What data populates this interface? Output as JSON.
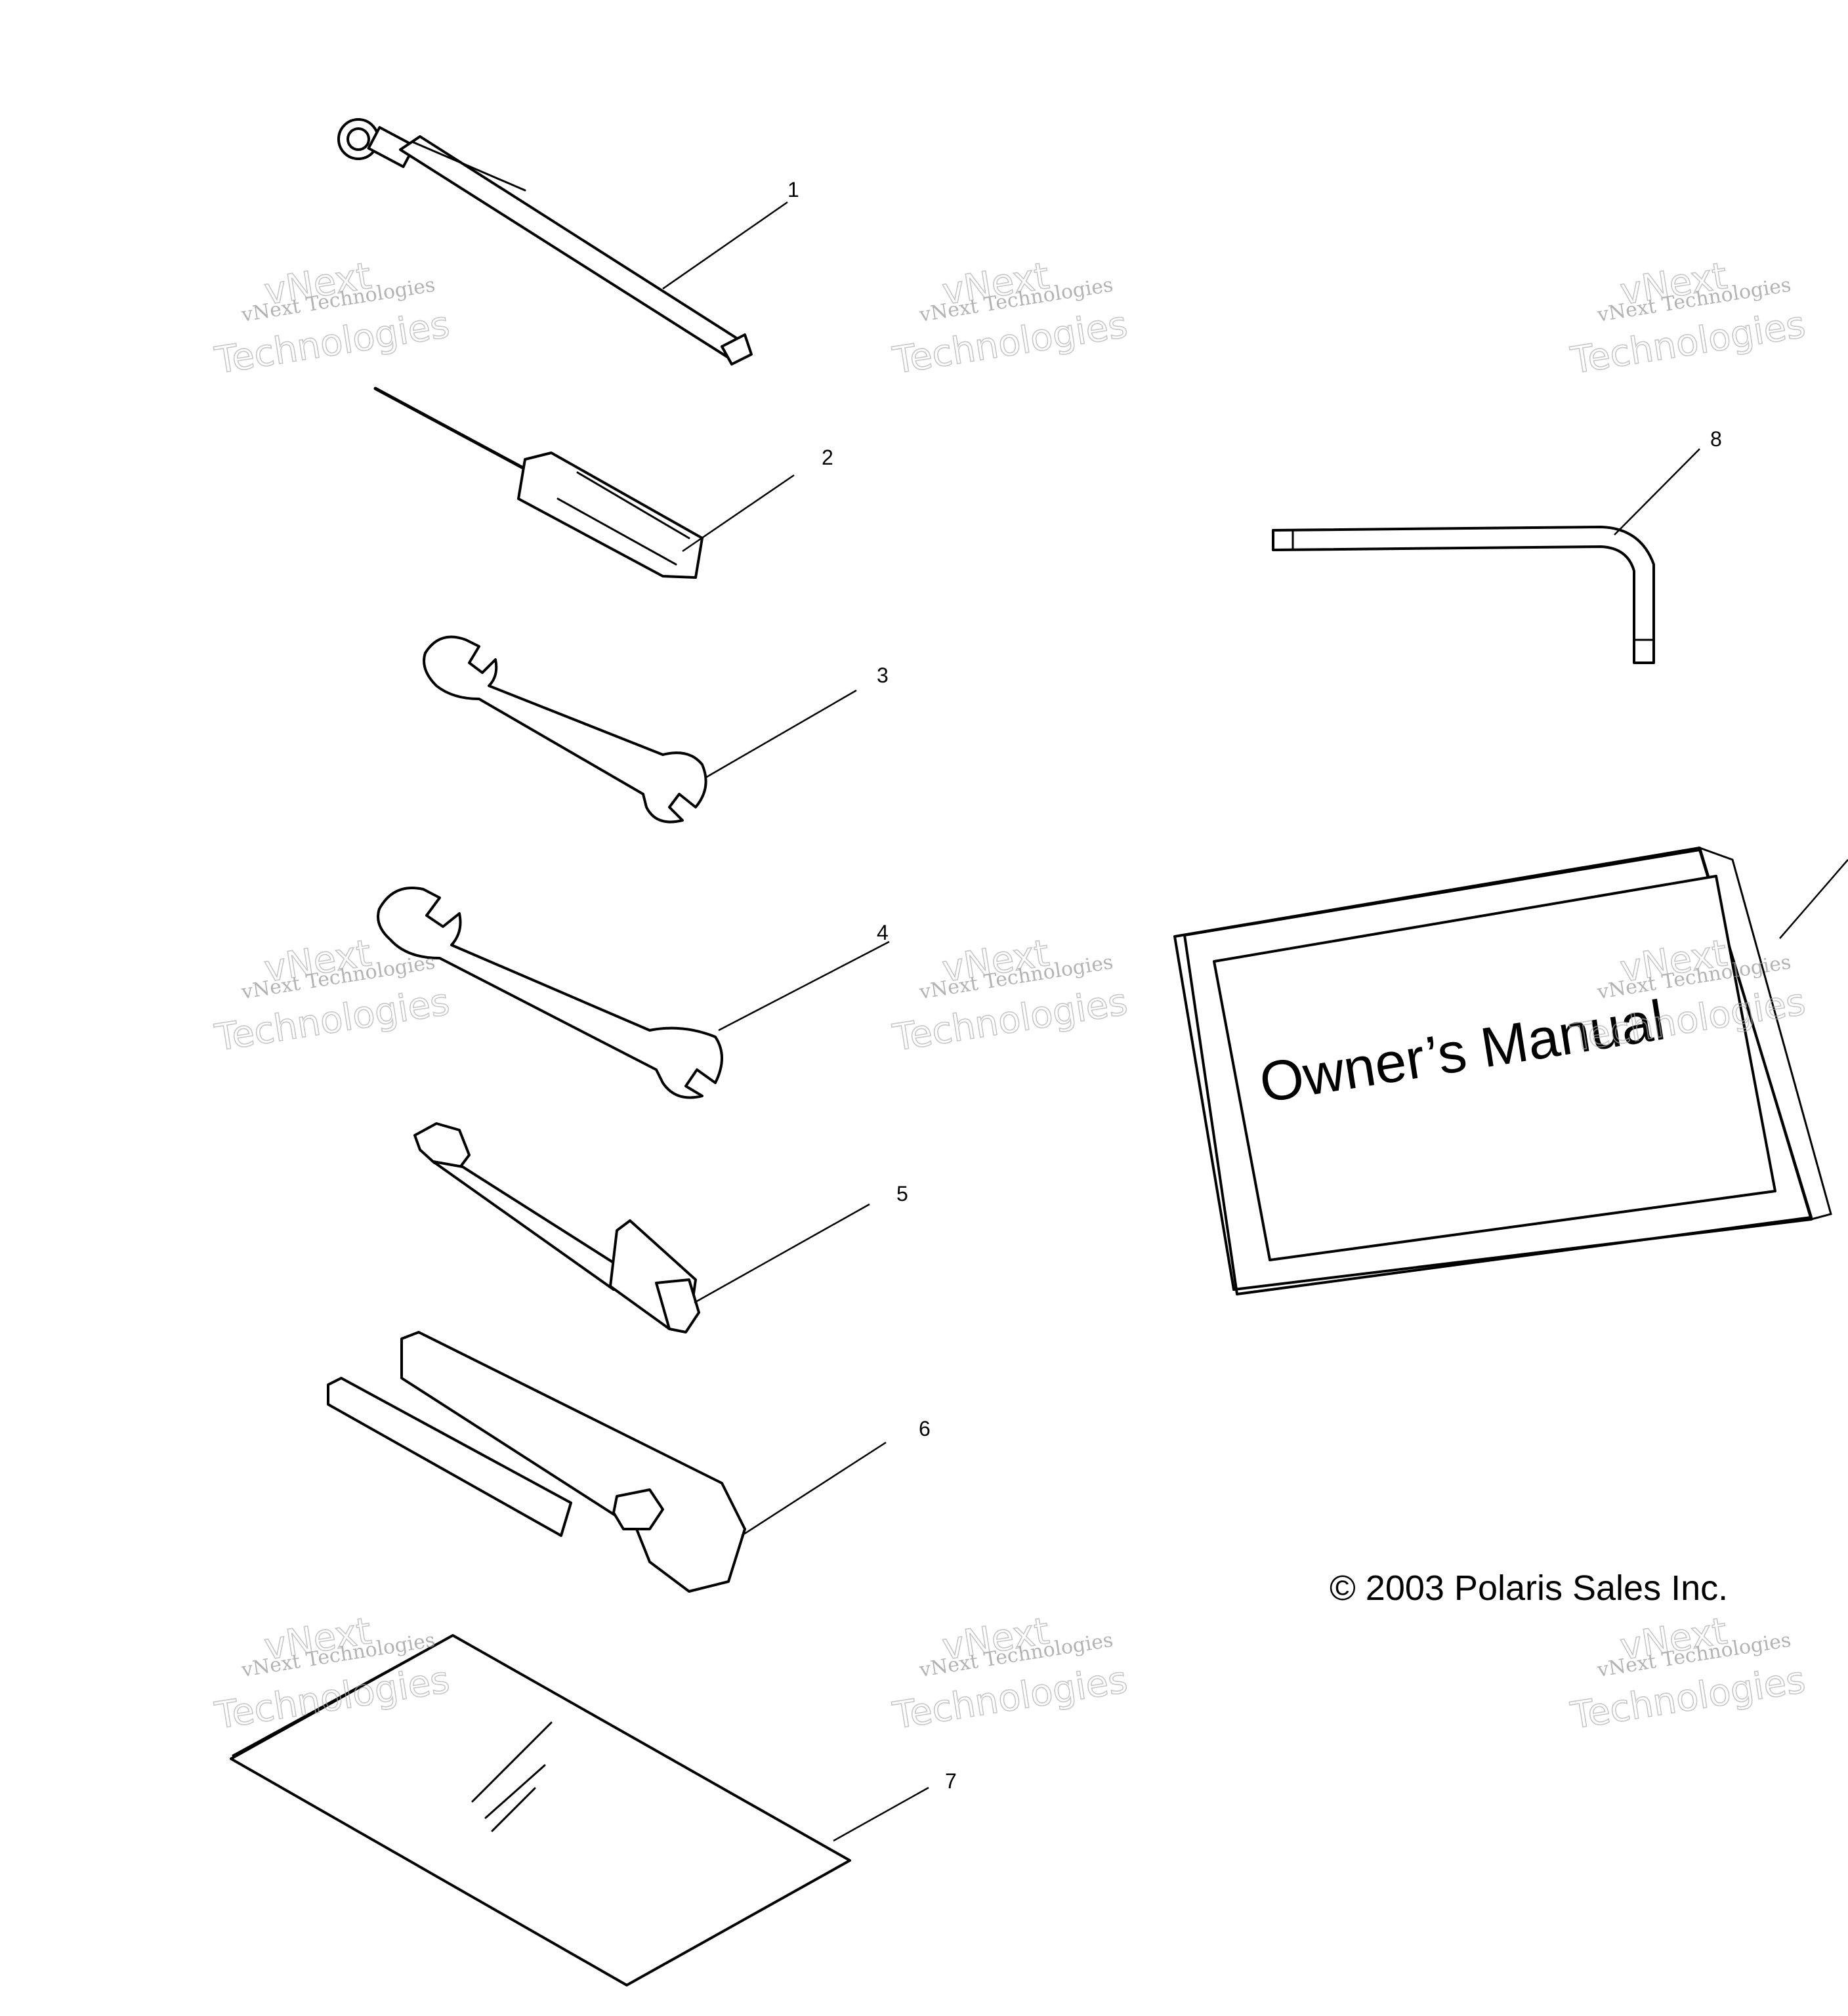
{
  "callouts": [
    "1",
    "2",
    "3",
    "4",
    "5",
    "6",
    "7",
    "8"
  ],
  "manual": {
    "cover_text": "Owner’s Manual"
  },
  "copyright": "© 2003 Polaris Sales Inc.",
  "watermark": {
    "line1": "vNext Technologies",
    "line2": "vNext",
    "line3": "Technologies"
  }
}
